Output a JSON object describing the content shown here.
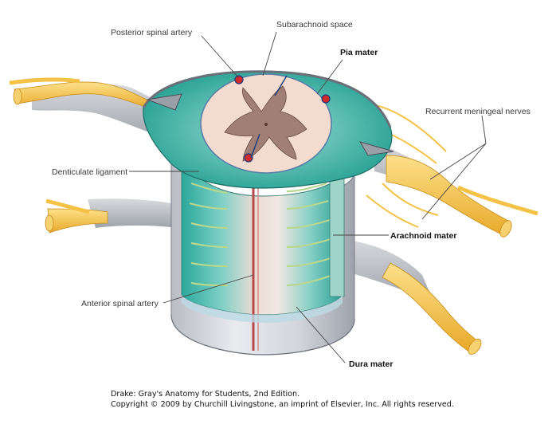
{
  "labels": {
    "posterior_spinal_artery": "Posterior spinal artery",
    "subarachnoid_space": "Subarachnoid space",
    "pia_mater": "Pia mater",
    "recurrent_meningeal_nerves": "Recurrent meningeal nerves",
    "denticulate_ligament": "Denticulate ligament",
    "arachnoid_mater": "Arachnoid mater",
    "anterior_spinal_artery": "Anterior spinal artery",
    "dura_mater": "Dura mater"
  },
  "credits": {
    "line1": "Drake: Gray's Anatomy for Students, 2nd Edition.",
    "line2": "Copyright © 2009 by Churchill Livingstone, an imprint of Elsevier, Inc. All rights reserved."
  },
  "colors": {
    "dura": "#c9ccd3",
    "arachnoid_teal": "#3fb7a9",
    "gray_matter": "#b08a80",
    "white_matter": "#f3dccf",
    "nerve": "#f5c248",
    "artery": "#d22a2a"
  }
}
